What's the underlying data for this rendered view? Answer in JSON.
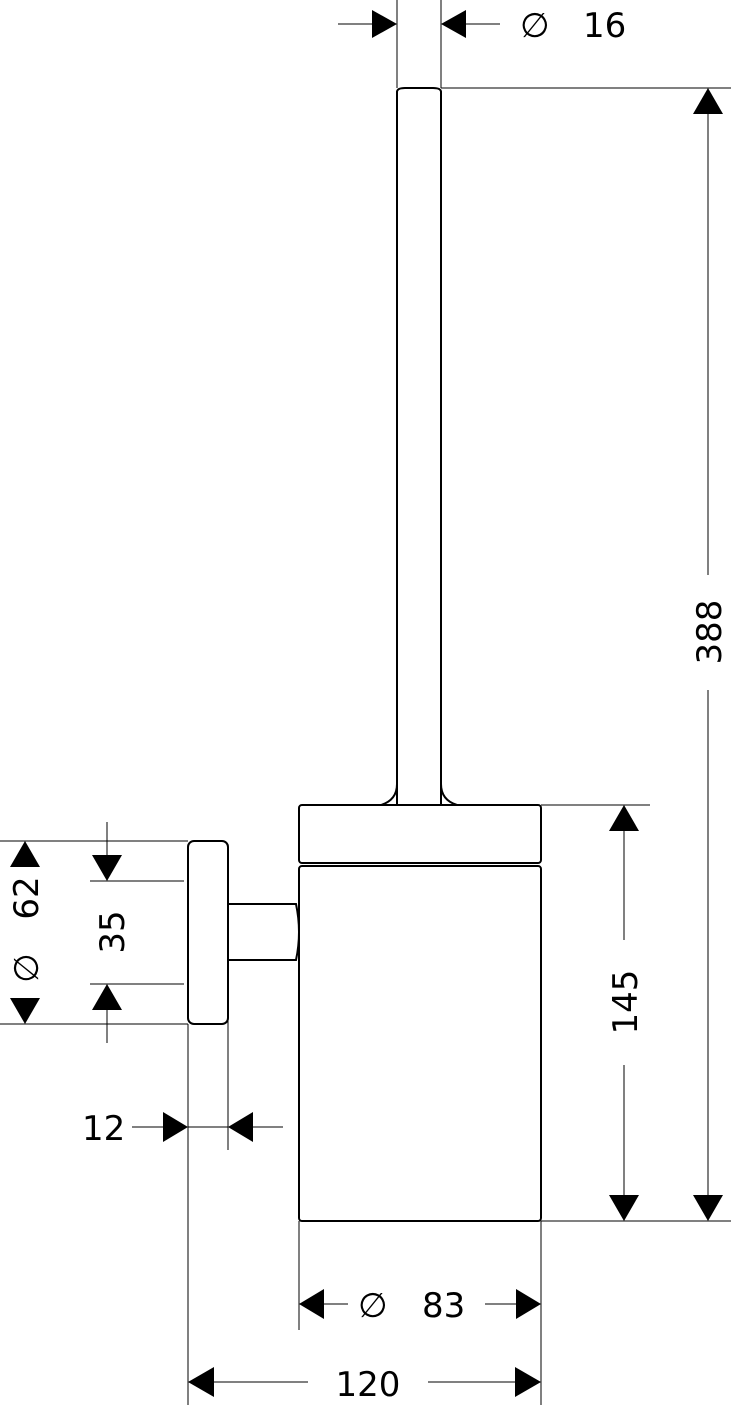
{
  "drawing": {
    "dimensions": {
      "handle_diameter": {
        "symbol": "∅",
        "value": "16"
      },
      "overall_height": {
        "value": "388"
      },
      "holder_height": {
        "value": "145"
      },
      "rosette_diameter": {
        "symbol": "∅",
        "value": "62"
      },
      "rosette_offset": {
        "value": "35"
      },
      "rosette_depth": {
        "value": "12"
      },
      "holder_diameter": {
        "symbol": "∅",
        "value": "83"
      },
      "overall_depth": {
        "value": "120"
      }
    }
  }
}
